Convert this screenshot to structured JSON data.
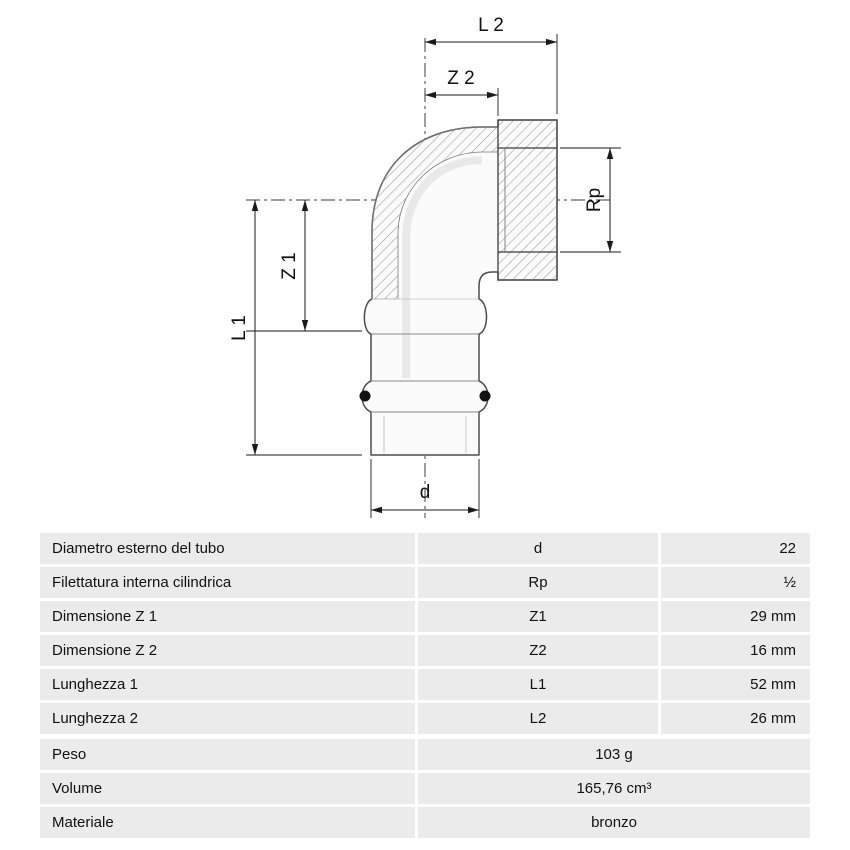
{
  "diagram": {
    "dim_labels": {
      "l2": "L 2",
      "z2": "Z 2",
      "rp": "Rp",
      "z1": "Z 1",
      "l1": "L 1",
      "d": "d"
    }
  },
  "table": {
    "rows": [
      {
        "label": "Diametro esterno del tubo",
        "code": "d",
        "value": "22"
      },
      {
        "label": "Filettatura interna cilindrica",
        "code": "Rp",
        "value": "½"
      },
      {
        "label": "Dimensione Z 1",
        "code": "Z1",
        "value": "29 mm"
      },
      {
        "label": "Dimensione Z 2",
        "code": "Z2",
        "value": "16 mm"
      },
      {
        "label": "Lunghezza 1",
        "code": "L1",
        "value": "52 mm"
      },
      {
        "label": "Lunghezza 2",
        "code": "L2",
        "value": "26 mm"
      },
      {
        "label": "Peso",
        "value": "103 g"
      },
      {
        "label": "Volume",
        "value": "165,76 cm³"
      },
      {
        "label": "Materiale",
        "value": "bronzo"
      }
    ]
  }
}
